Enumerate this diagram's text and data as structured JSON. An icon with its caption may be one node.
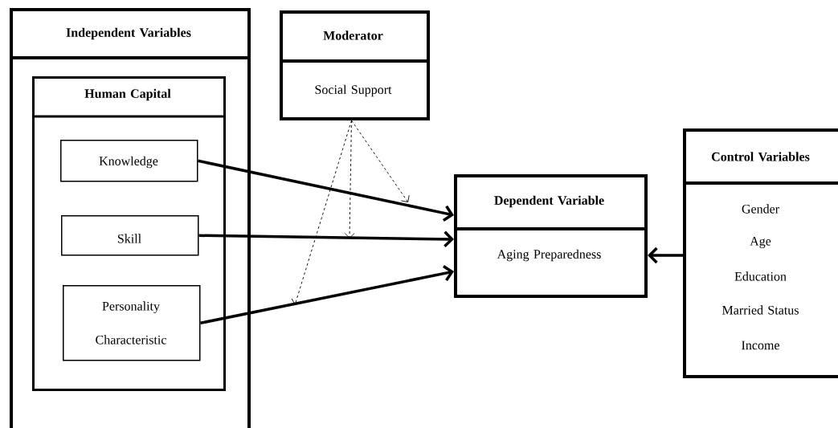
{
  "diagram": {
    "nodes": [
      {
        "text": [
          "Independent Variables"
        ]
      },
      {
        "text": [
          "Human Capital"
        ],
        "in": 0
      },
      {
        "text": [
          "Knowledge"
        ],
        "in": 1
      },
      {
        "text": [
          "Skill"
        ],
        "in": 1
      },
      {
        "text": [
          "Personality Characteristic"
        ],
        "in": 1
      },
      {
        "text": [
          "Moderator",
          "Social Support"
        ]
      },
      {
        "text": [
          "Dependent Variable",
          "Aging Preparedness"
        ]
      },
      {
        "text": [
          "Control Variables",
          "Gender",
          "Age",
          "Education",
          "Married Status",
          "Income"
        ]
      }
    ],
    "edges": [
      {
        "from": 2,
        "to": 6,
        "arrow": "to"
      },
      {
        "from": 3,
        "to": 6,
        "arrow": "to"
      },
      {
        "from": 4,
        "to": 6,
        "arrow": "to"
      },
      {
        "from": 7,
        "to": 6,
        "arrow": "to"
      },
      {
        "from": 5,
        "to": null,
        "arrow": "to",
        "style": "dashed"
      },
      {
        "from": 5,
        "to": null,
        "arrow": "to",
        "style": "dashed"
      },
      {
        "from": 5,
        "to": null,
        "arrow": "to",
        "style": "dashed"
      }
    ]
  }
}
